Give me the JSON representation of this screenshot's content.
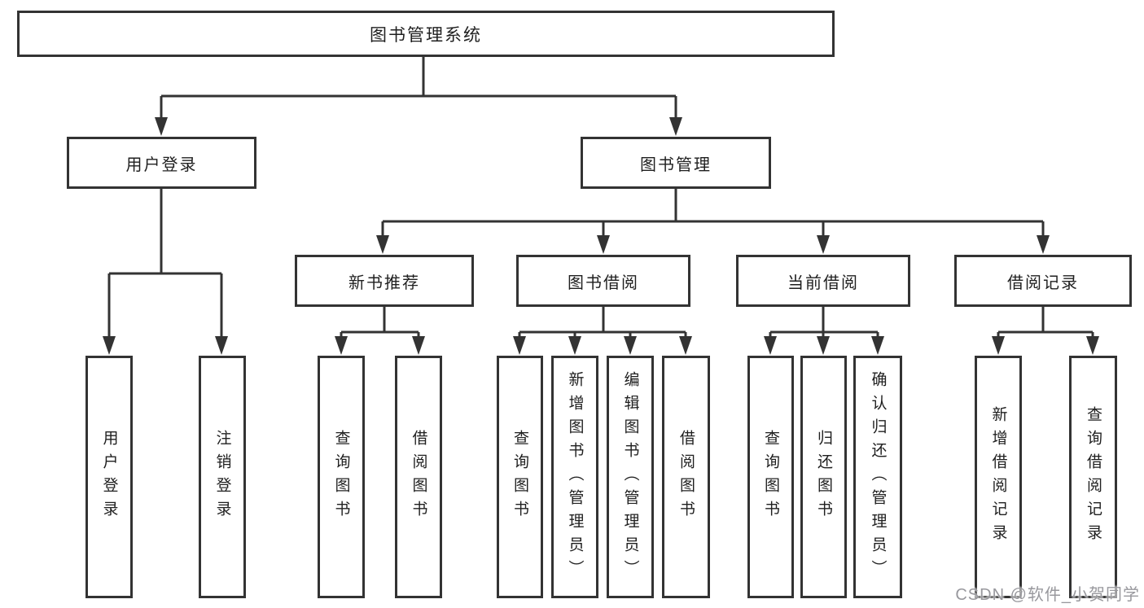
{
  "diagram": {
    "tree": {
      "label": "图书管理系统",
      "children": [
        {
          "label": "用户登录",
          "children": [
            {
              "label": "用户登录"
            },
            {
              "label": "注销登录"
            }
          ]
        },
        {
          "label": "图书管理",
          "children": [
            {
              "label": "新书推荐",
              "children": [
                {
                  "label": "查询图书"
                },
                {
                  "label": "借阅图书"
                }
              ]
            },
            {
              "label": "图书借阅",
              "children": [
                {
                  "label": "查询图书"
                },
                {
                  "label": "新增图书（管理员）"
                },
                {
                  "label": "编辑图书（管理员）"
                },
                {
                  "label": "借阅图书"
                }
              ]
            },
            {
              "label": "当前借阅",
              "children": [
                {
                  "label": "查询图书"
                },
                {
                  "label": "归还图书"
                },
                {
                  "label": "确认归还（管理员）"
                }
              ]
            },
            {
              "label": "借阅记录",
              "children": [
                {
                  "label": "新增借阅记录"
                },
                {
                  "label": "查询借阅记录"
                }
              ]
            }
          ]
        }
      ]
    },
    "colors": {
      "line": "#333333",
      "box_border": "#333333",
      "box_fill": "#ffffff",
      "text": "#1f1f1f",
      "watermark": "#98989d",
      "background": "#ffffff"
    }
  },
  "watermark": {
    "text": "CSDN @软件_小贺同学"
  }
}
